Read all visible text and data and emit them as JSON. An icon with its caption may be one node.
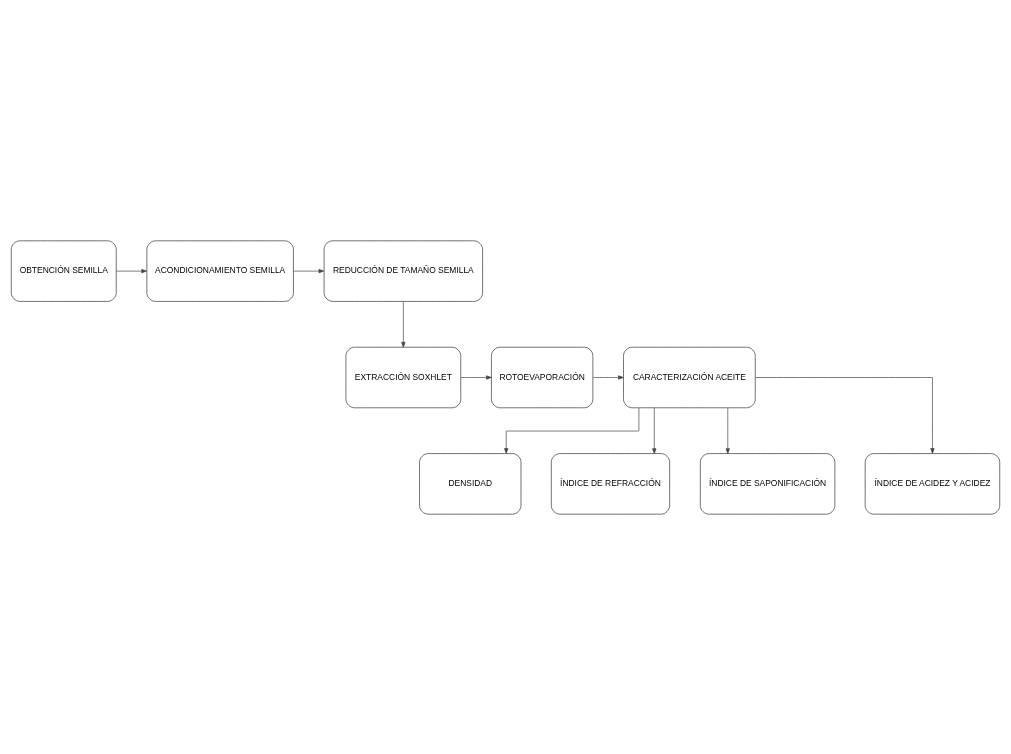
{
  "diagram": {
    "nodes": [
      {
        "text": [
          "OBTENCIÓN SEMILLA"
        ]
      },
      {
        "text": [
          "ACONDICIONAMIENTO SEMILLA"
        ]
      },
      {
        "text": [
          "REDUCCIÓN DE TAMAÑO SEMILLA"
        ]
      },
      {
        "text": [
          "EXTRACCIÓN SOXHLET"
        ]
      },
      {
        "text": [
          "ROTOEVAPORACIÓN"
        ]
      },
      {
        "text": [
          "CARACTERIZACIÓN ACEITE"
        ]
      },
      {
        "text": [
          "DENSIDAD"
        ]
      },
      {
        "text": [
          "ÍNDICE DE REFRACCIÓN"
        ]
      },
      {
        "text": [
          "ÍNDICE DE SAPONIFICACIÓN"
        ]
      },
      {
        "text": [
          "ÍNDICE DE ACIDEZ Y ACIDEZ"
        ]
      }
    ],
    "edges": [
      {
        "from": 0,
        "to": 1,
        "arrow": "to"
      },
      {
        "from": 1,
        "to": 2,
        "arrow": "to"
      },
      {
        "from": 2,
        "to": 3,
        "arrow": "to"
      },
      {
        "from": 3,
        "to": 4,
        "arrow": "to"
      },
      {
        "from": 4,
        "to": 5,
        "arrow": "to"
      },
      {
        "from": 5,
        "to": 6,
        "arrow": "to"
      },
      {
        "from": 5,
        "to": 7,
        "arrow": "to"
      },
      {
        "from": 5,
        "to": 8,
        "arrow": "to"
      },
      {
        "from": 5,
        "to": 9,
        "arrow": "to"
      }
    ]
  }
}
